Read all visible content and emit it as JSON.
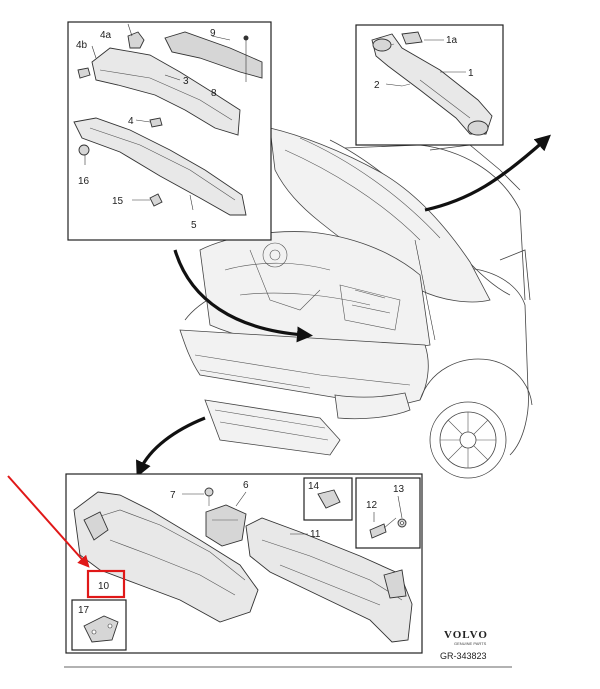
{
  "labels": {
    "l1": "1",
    "l1a": "1a",
    "l2": "2",
    "l3": "3",
    "l4": "4",
    "l4a": "4a",
    "l4b": "4b",
    "l5": "5",
    "l6": "6",
    "l7": "7",
    "l8": "8",
    "l9": "9",
    "l10": "10",
    "l11": "11",
    "l12": "12",
    "l13": "13",
    "l14": "14",
    "l15": "15",
    "l16": "16",
    "l17": "17"
  },
  "brand": {
    "name": "VOLVO",
    "sub": "GENUINE PARTS",
    "ref": "GR-343823"
  },
  "colors": {
    "highlight": "#e01818",
    "line": "#333333"
  }
}
